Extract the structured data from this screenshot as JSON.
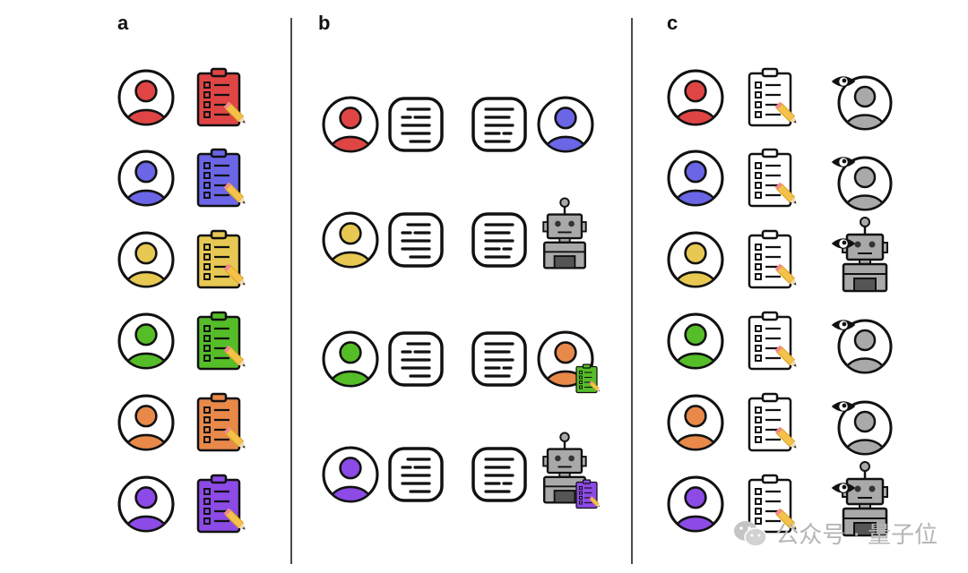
{
  "panels": [
    {
      "letter": "a"
    },
    {
      "letter": "b"
    },
    {
      "letter": "c"
    }
  ],
  "colors": {
    "red": "#e04545",
    "blue": "#6a66e6",
    "yellow": "#e6c853",
    "green": "#55bd28",
    "orange": "#e8894a",
    "purple": "#8c4ae6",
    "gray": "#a9a9a9",
    "outline": "#111111"
  },
  "panel_a": {
    "rows": [
      {
        "person_color": "red",
        "clipboard_color": "red"
      },
      {
        "person_color": "blue",
        "clipboard_color": "blue"
      },
      {
        "person_color": "yellow",
        "clipboard_color": "yellow"
      },
      {
        "person_color": "green",
        "clipboard_color": "green"
      },
      {
        "person_color": "orange",
        "clipboard_color": "orange"
      },
      {
        "person_color": "purple",
        "clipboard_color": "purple"
      }
    ]
  },
  "panel_b": {
    "rows": [
      {
        "left_person": "red",
        "right": "person",
        "right_color": "blue",
        "badge": null
      },
      {
        "left_person": "yellow",
        "right": "robot",
        "right_color": "gray",
        "badge": null
      },
      {
        "left_person": "green",
        "right": "person",
        "right_color": "orange",
        "badge": "green"
      },
      {
        "left_person": "purple",
        "right": "robot",
        "right_color": "gray",
        "badge": "purple"
      }
    ]
  },
  "panel_c": {
    "rows": [
      {
        "person_color": "red",
        "observer": "person"
      },
      {
        "person_color": "blue",
        "observer": "person"
      },
      {
        "person_color": "yellow",
        "observer": "robot"
      },
      {
        "person_color": "green",
        "observer": "person"
      },
      {
        "person_color": "orange",
        "observer": "person"
      },
      {
        "person_color": "purple",
        "observer": "robot"
      }
    ]
  },
  "watermark": {
    "icon": "wechat-icon",
    "text": "公众号 · 量子位"
  }
}
